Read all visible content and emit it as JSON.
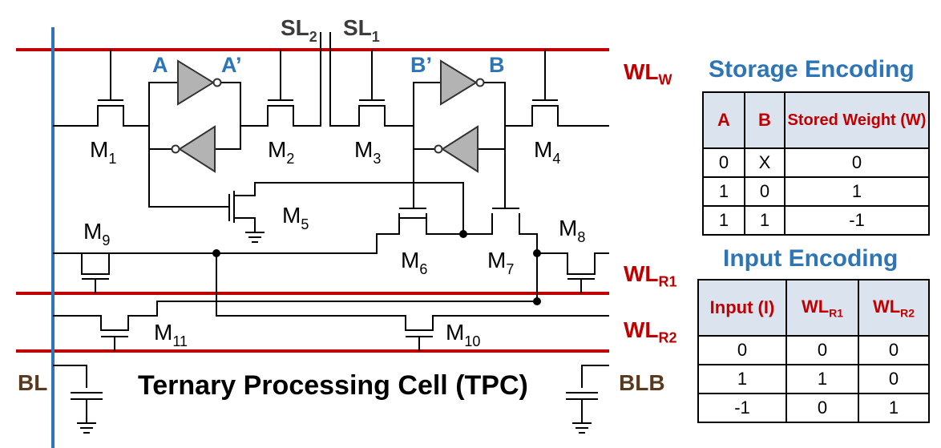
{
  "circuit": {
    "caption": "Ternary Processing Cell (TPC)",
    "lines": {
      "bl": "BL",
      "blb": "BLB"
    },
    "select_lines": {
      "sl2_main": "SL",
      "sl2_sub": "2",
      "sl1_main": "SL",
      "sl1_sub": "1"
    },
    "word_lines": {
      "wlw_main": "WL",
      "wlw_sub": "W",
      "wlr1_main": "WL",
      "wlr1_sub": "R1",
      "wlr2_main": "WL",
      "wlr2_sub": "R2"
    },
    "nodes": {
      "a": "A",
      "a_prime": "A’",
      "b_prime": "B’",
      "b": "B"
    },
    "transistors": [
      {
        "id": "M1",
        "main": "M",
        "sub": "1"
      },
      {
        "id": "M2",
        "main": "M",
        "sub": "2"
      },
      {
        "id": "M3",
        "main": "M",
        "sub": "3"
      },
      {
        "id": "M4",
        "main": "M",
        "sub": "4"
      },
      {
        "id": "M5",
        "main": "M",
        "sub": "5"
      },
      {
        "id": "M6",
        "main": "M",
        "sub": "6"
      },
      {
        "id": "M7",
        "main": "M",
        "sub": "7"
      },
      {
        "id": "M8",
        "main": "M",
        "sub": "8"
      },
      {
        "id": "M9",
        "main": "M",
        "sub": "9"
      },
      {
        "id": "M10",
        "main": "M",
        "sub": "10"
      },
      {
        "id": "M11",
        "main": "M",
        "sub": "11"
      }
    ],
    "colors": {
      "wordline": "#c00000",
      "bitline": "#2e75b6",
      "inverter": "#b3b3b3",
      "node_label": "#2e75b6"
    }
  },
  "storage_encoding": {
    "title": "Storage Encoding",
    "headers": [
      "A",
      "B",
      "Stored Weight (W)"
    ],
    "rows": [
      [
        "0",
        "X",
        "0"
      ],
      [
        "1",
        "0",
        "1"
      ],
      [
        "1",
        "1",
        "-1"
      ]
    ]
  },
  "input_encoding": {
    "title": "Input Encoding",
    "headers": {
      "input": "Input (I)",
      "wlr1_main": "WL",
      "wlr1_sub": "R1",
      "wlr2_main": "WL",
      "wlr2_sub": "R2"
    },
    "rows": [
      [
        "0",
        "0",
        "0"
      ],
      [
        "1",
        "1",
        "0"
      ],
      [
        "-1",
        "0",
        "1"
      ]
    ]
  }
}
